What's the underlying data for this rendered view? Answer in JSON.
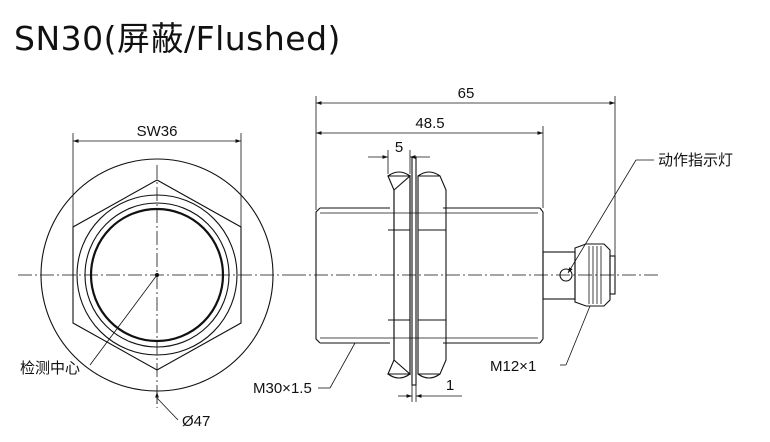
{
  "title": "SN30(屏蔽/Flushed)",
  "dimensions": {
    "hex_width": "SW36",
    "diameter": "Ø47",
    "total_length": "65",
    "body_length": "48.5",
    "nut_width": "5",
    "washer_thickness": "1",
    "main_thread": "M30×1.5",
    "connector_thread": "M12×1"
  },
  "callouts": {
    "sensing_center": "检测中心",
    "indicator_light": "动作指示灯"
  }
}
